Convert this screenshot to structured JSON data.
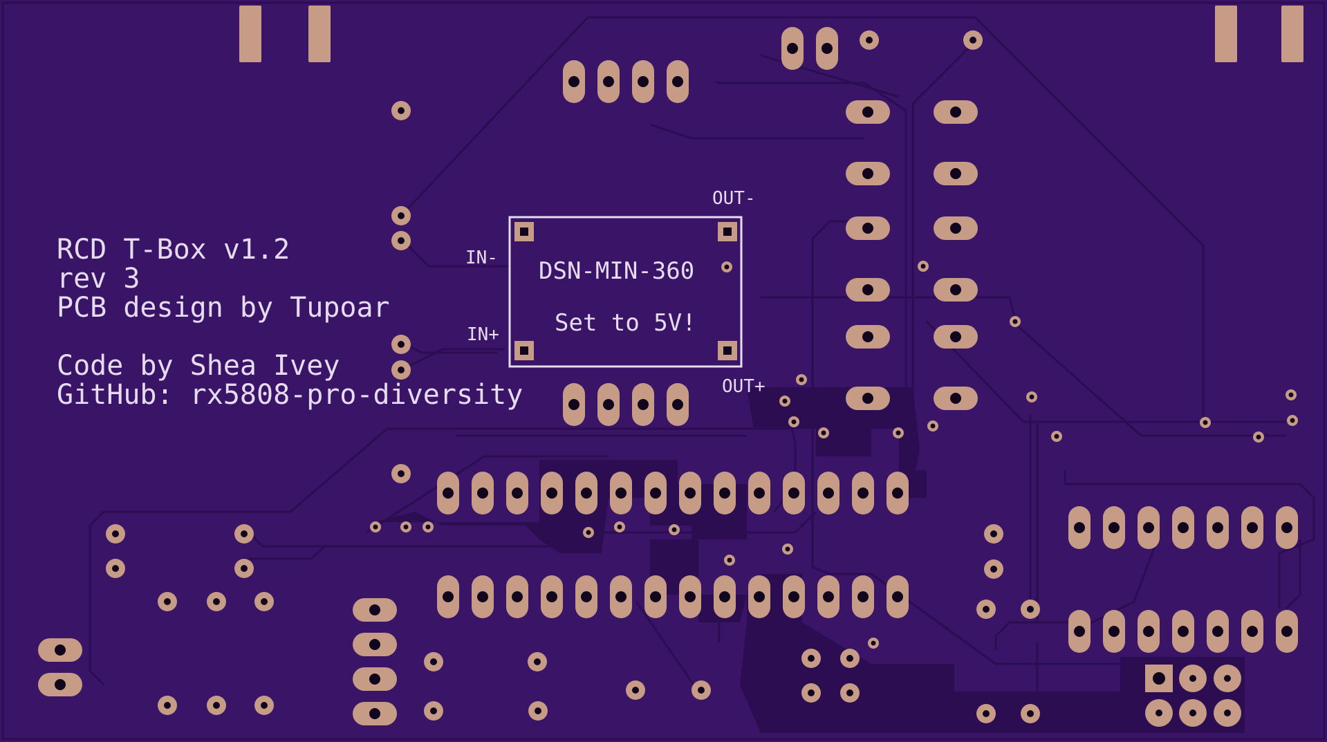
{
  "board": {
    "title_line1": "RCD T-Box v1.2",
    "title_line2": "rev 3",
    "title_line3": "PCB design by Tupoar",
    "credit_line1": "Code by Shea Ivey",
    "credit_line2": "GitHub: rx5808-pro-diversity"
  },
  "module": {
    "part_name": "DSN-MIN-360",
    "note": "Set to 5V!",
    "label_in_neg": "IN-",
    "label_in_pos": "IN+",
    "label_out_neg": "OUT-",
    "label_out_pos": "OUT+"
  },
  "colors": {
    "board": "#3a1466",
    "copper_fill": "#2c0d52",
    "pad": "#c69c86",
    "silkscreen": "#e6dcef",
    "drill": "#12061f"
  }
}
